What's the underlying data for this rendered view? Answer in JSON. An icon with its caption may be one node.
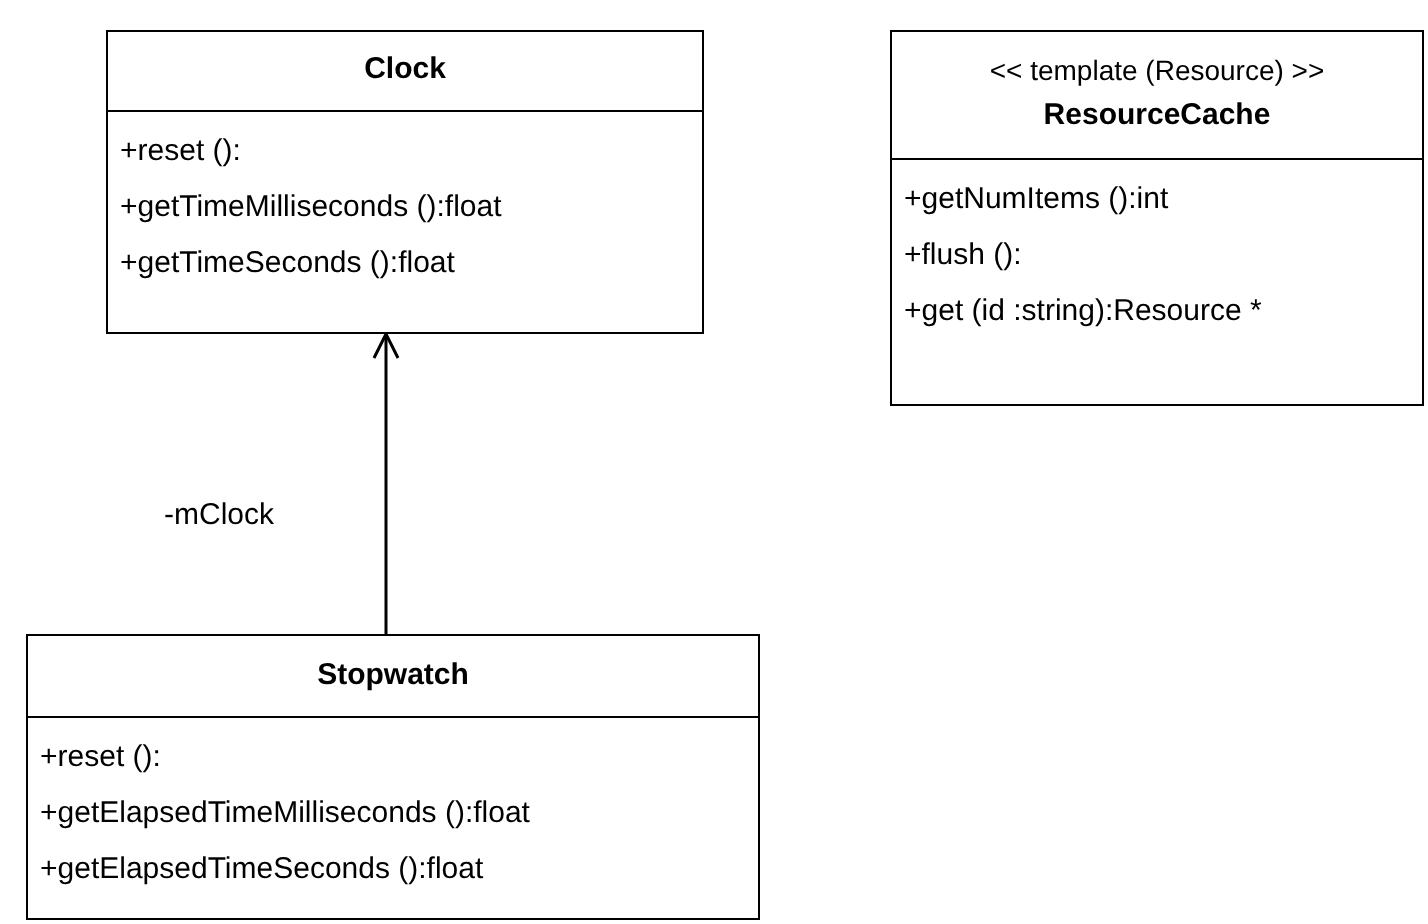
{
  "diagram": {
    "nodes": [
      {
        "text": [
          "Clock",
          "+reset ():",
          "+getTimeMilliseconds ():float",
          "+getTimeSeconds ():float"
        ]
      },
      {
        "text": [
          "<< template (Resource) >>",
          "ResourceCache",
          "+getNumItems ():int",
          "+flush ():",
          "+get (id :string):Resource *"
        ]
      },
      {
        "text": [
          "Stopwatch",
          "+reset ():",
          "+getElapsedTimeMilliseconds ():float",
          "+getElapsedTimeSeconds ():float"
        ]
      }
    ],
    "edges": [
      {
        "from": 2,
        "to": 0,
        "arrow": "to",
        "label": "-mClock"
      }
    ]
  }
}
